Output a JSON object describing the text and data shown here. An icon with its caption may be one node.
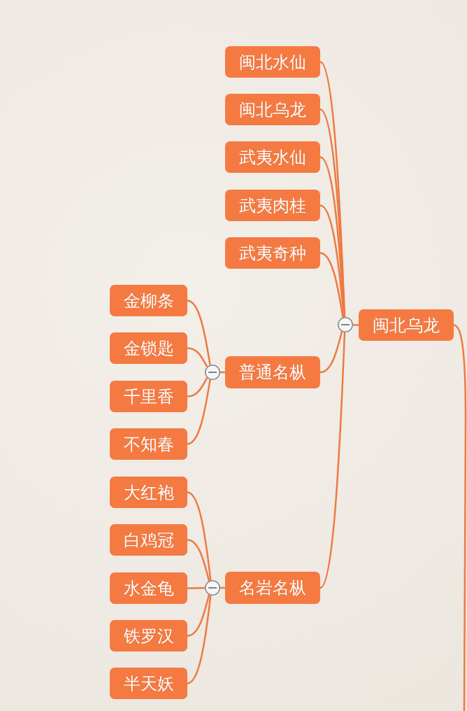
{
  "diagram": {
    "nodes": [
      {
        "text": [
          "闽北乌龙"
        ]
      },
      {
        "text": [],
        "shape": "circle"
      },
      {
        "text": [
          "闽北水仙"
        ]
      },
      {
        "text": [
          "闽北乌龙"
        ]
      },
      {
        "text": [
          "武夷水仙"
        ]
      },
      {
        "text": [
          "武夷肉桂"
        ]
      },
      {
        "text": [
          "武夷奇种"
        ]
      },
      {
        "text": [
          "普通名枞"
        ]
      },
      {
        "text": [
          "名岩名枞"
        ]
      },
      {
        "text": [],
        "shape": "circle"
      },
      {
        "text": [
          "金柳条"
        ]
      },
      {
        "text": [
          "金锁匙"
        ]
      },
      {
        "text": [
          "千里香"
        ]
      },
      {
        "text": [
          "不知春"
        ]
      },
      {
        "text": [],
        "shape": "circle"
      },
      {
        "text": [
          "大红袍"
        ]
      },
      {
        "text": [
          "白鸡冠"
        ]
      },
      {
        "text": [
          "水金龟"
        ]
      },
      {
        "text": [
          "铁罗汉"
        ]
      },
      {
        "text": [
          "半天妖"
        ]
      }
    ],
    "edges": [
      {
        "from": null,
        "to": 0,
        "arrow": "none"
      },
      {
        "from": 0,
        "to": 1,
        "arrow": "none"
      },
      {
        "from": 1,
        "to": 2,
        "arrow": "none"
      },
      {
        "from": 1,
        "to": 3,
        "arrow": "none"
      },
      {
        "from": 1,
        "to": 4,
        "arrow": "none"
      },
      {
        "from": 1,
        "to": 5,
        "arrow": "none"
      },
      {
        "from": 1,
        "to": 6,
        "arrow": "none"
      },
      {
        "from": 1,
        "to": 7,
        "arrow": "none"
      },
      {
        "from": 1,
        "to": 8,
        "arrow": "none"
      },
      {
        "from": 7,
        "to": 9,
        "arrow": "none"
      },
      {
        "from": 9,
        "to": 10,
        "arrow": "none"
      },
      {
        "from": 9,
        "to": 11,
        "arrow": "none"
      },
      {
        "from": 9,
        "to": 12,
        "arrow": "none"
      },
      {
        "from": 9,
        "to": 13,
        "arrow": "none"
      },
      {
        "from": 8,
        "to": 14,
        "arrow": "none"
      },
      {
        "from": 14,
        "to": 15,
        "arrow": "none"
      },
      {
        "from": 14,
        "to": 16,
        "arrow": "none"
      },
      {
        "from": 14,
        "to": 17,
        "arrow": "none"
      },
      {
        "from": 14,
        "to": 18,
        "arrow": "none"
      },
      {
        "from": 14,
        "to": 19,
        "arrow": "none"
      }
    ]
  }
}
